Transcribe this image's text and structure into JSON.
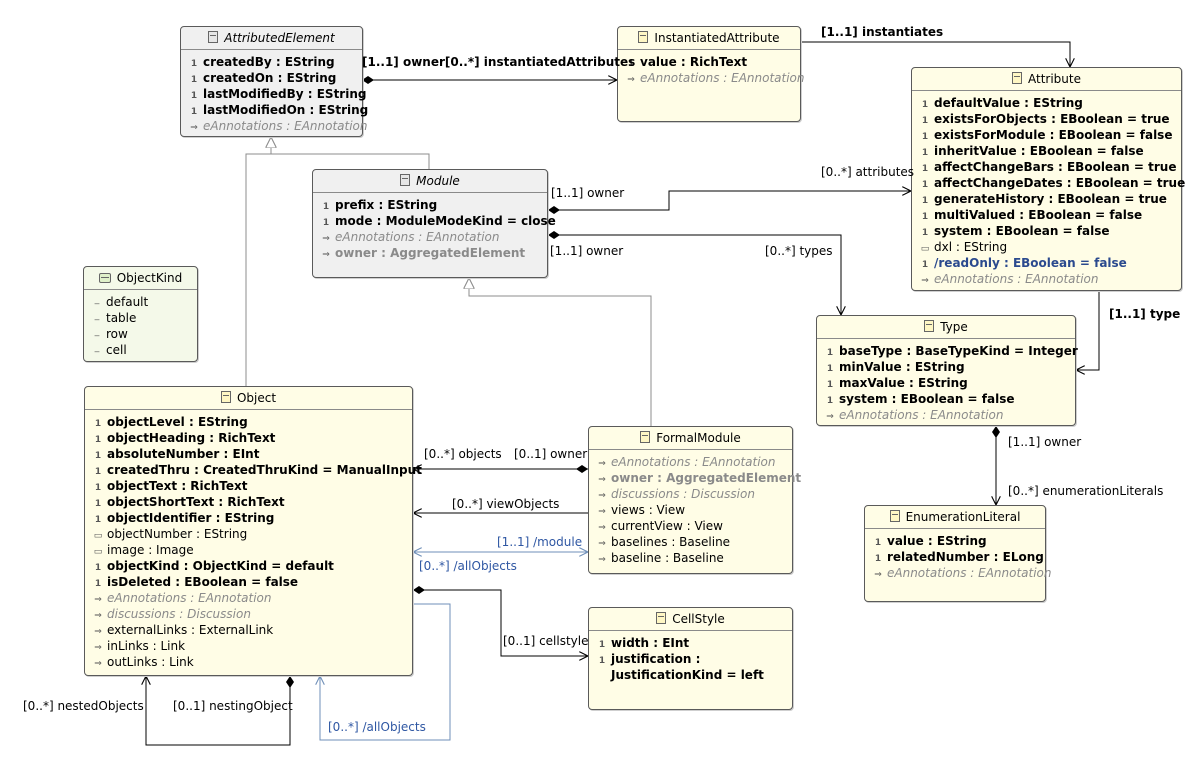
{
  "classes": {
    "attributed_element": {
      "title": "AttributedElement",
      "attrs": [
        "createdBy : EString",
        "createdOn : EString",
        "lastModifiedBy : EString",
        "lastModifiedOn : EString",
        "eAnnotations : EAnnotation"
      ]
    },
    "instantiated_attribute": {
      "title": "InstantiatedAttribute",
      "attrs": [
        "value : RichText",
        "eAnnotations : EAnnotation"
      ]
    },
    "attribute": {
      "title": "Attribute",
      "attrs": [
        "defaultValue : EString",
        "existsForObjects : EBoolean = true",
        "existsForModule : EBoolean = false",
        "inheritValue : EBoolean = false",
        "affectChangeBars : EBoolean = true",
        "affectChangeDates : EBoolean = true",
        "generateHistory : EBoolean = true",
        "multiValued : EBoolean = false",
        "system : EBoolean = false",
        "dxl : EString",
        "/readOnly : EBoolean = false",
        "eAnnotations : EAnnotation"
      ]
    },
    "module": {
      "title": "Module",
      "attrs": [
        "prefix : EString",
        "mode : ModuleModeKind = close",
        "eAnnotations : EAnnotation",
        "owner : AggregatedElement"
      ]
    },
    "object_kind": {
      "title": "ObjectKind",
      "literals": [
        "default",
        "table",
        "row",
        "cell"
      ]
    },
    "type": {
      "title": "Type",
      "attrs": [
        "baseType : BaseTypeKind = Integer",
        "minValue : EString",
        "maxValue : EString",
        "system : EBoolean = false",
        "eAnnotations : EAnnotation"
      ]
    },
    "object": {
      "title": "Object",
      "attrs": [
        "objectLevel : EString",
        "objectHeading : RichText",
        "absoluteNumber : EInt",
        "createdThru : CreatedThruKind = ManualInput",
        "objectText : RichText",
        "objectShortText : RichText",
        "objectIdentifier : EString",
        "objectNumber : EString",
        "image : Image",
        "objectKind : ObjectKind = default",
        "isDeleted : EBoolean = false",
        "eAnnotations : EAnnotation",
        "discussions : Discussion",
        "externalLinks : ExternalLink",
        "inLinks : Link",
        "outLinks : Link"
      ]
    },
    "formal_module": {
      "title": "FormalModule",
      "attrs": [
        "eAnnotations : EAnnotation",
        "owner : AggregatedElement",
        "discussions : Discussion",
        "views : View",
        "currentView : View",
        "baselines : Baseline",
        "baseline : Baseline"
      ]
    },
    "enumeration_literal": {
      "title": "EnumerationLiteral",
      "attrs": [
        "value : EString",
        "relatedNumber : ELong",
        "eAnnotations : EAnnotation"
      ]
    },
    "cell_style": {
      "title": "CellStyle",
      "attrs": [
        "width : EInt",
        "justification :",
        "JustificationKind = left"
      ]
    }
  },
  "labels": {
    "owner_instantiated": "[1..1] owner[0..*] instantiatedAttributes",
    "instantiates": "[1..1] instantiates",
    "attributes": "[0..*] attributes",
    "module_owner_attr": "[1..1] owner",
    "module_owner_type": "[1..1] owner",
    "types": "[0..*] types",
    "type": "[1..1] type",
    "type_owner": "[1..1] owner",
    "enumeration_literals": "[0..*] enumerationLiterals",
    "objects": "[0..*] objects",
    "fm_owner": "[0..1] owner",
    "view_objects": "[0..*] viewObjects",
    "module_derived": "[1..1] /module",
    "all_objects_1": "[0..*] /allObjects",
    "cellstyle": "[0..1] cellstyle",
    "nested_objects": "[0..*] nestedObjects",
    "nesting_object": "[0..1] nestingObject",
    "all_objects_2": "[0..*] /allObjects"
  },
  "colors": {
    "line": "#000000",
    "derived_line": "#6f8fb8",
    "generalization_line": "#8c8c8c",
    "class_fill": "#fffde6",
    "abstract_fill": "#f0f0f0",
    "enum_fill": "#f4f9e9"
  }
}
